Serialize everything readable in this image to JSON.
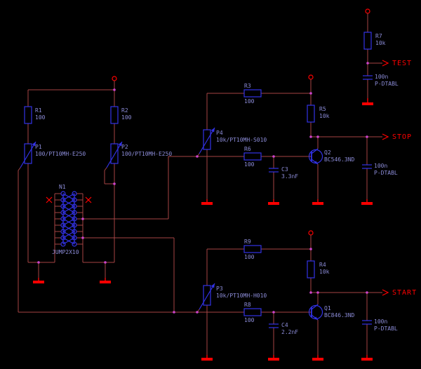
{
  "colors": {
    "background": "#000000",
    "wire": "#a64545",
    "symbol": "#3232e6",
    "label": "#8c8cd8",
    "flag": "#ff0000",
    "ground": "#ff0000",
    "junction": "#cc44cc",
    "pin": "#ff0000"
  },
  "flags": {
    "test": "TEST",
    "stop": "STOP",
    "start": "START"
  },
  "components": {
    "r1": {
      "name": "R1",
      "value": "100"
    },
    "r2": {
      "name": "R2",
      "value": "100"
    },
    "p1": {
      "name": "P1",
      "value": "100/PT10MH-E250"
    },
    "p2": {
      "name": "P2",
      "value": "100/PT10MH-E250"
    },
    "connector": {
      "name": "N1",
      "value": "JUMP2X10"
    },
    "r3": {
      "name": "R3",
      "value": "100"
    },
    "r5": {
      "name": "R5",
      "value": "10k"
    },
    "r6": {
      "name": "R6",
      "value": "100"
    },
    "p4": {
      "name": "P4",
      "value": "10k/PT10MH-S010"
    },
    "c3": {
      "name": "C3",
      "value": "3.3nF"
    },
    "q2": {
      "name": "Q2",
      "value": "BC546.3ND"
    },
    "c2": {
      "name": "100n",
      "value": "P-DTABL"
    },
    "r7": {
      "name": "R7",
      "value": "10k"
    },
    "c5": {
      "name": "100n",
      "value": "P-DTABL"
    },
    "r9": {
      "name": "R9",
      "value": "100"
    },
    "r4": {
      "name": "R4",
      "value": "10k"
    },
    "r8": {
      "name": "R8",
      "value": "100"
    },
    "p3": {
      "name": "P3",
      "value": "10k/PT10MH-H010"
    },
    "c4": {
      "name": "C4",
      "value": "2.2nF"
    },
    "q1": {
      "name": "Q1",
      "value": "BC846.3ND"
    },
    "c1": {
      "name": "100n",
      "value": "P-DTABL"
    }
  }
}
